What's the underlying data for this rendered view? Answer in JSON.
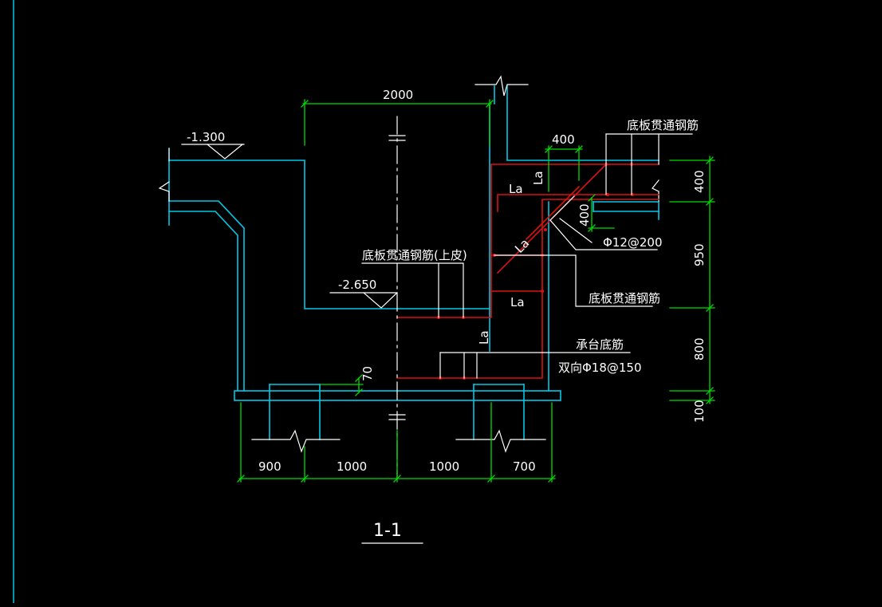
{
  "colors": {
    "background": "#000000",
    "concrete": "#00c8e8",
    "rebar": "#dd1111",
    "dimension": "#00dd00",
    "annotation": "#ffffff"
  },
  "elevations": {
    "top": "-1.300",
    "pit": "-2.650"
  },
  "dimensions": {
    "pit_width": "2000",
    "anchor_length": "400",
    "haunch": "400",
    "cover": "70",
    "right_400": "400",
    "right_950": "950",
    "right_800": "800",
    "right_100": "100",
    "bottom": [
      "900",
      "1000",
      "1000",
      "700"
    ]
  },
  "labels": {
    "anchorage": "La",
    "top_through_rebar": "底板贯通钢筋",
    "pit_through_rebar_top": "底板贯通钢筋(上皮)",
    "diagonal_rebar": "Φ12@200",
    "bottom_through_rebar": "底板贯通钢筋",
    "cap_bottom_rebar": "承台底筋",
    "cap_bottom_spec": "双向Φ18@150"
  },
  "section_title": "1-1"
}
